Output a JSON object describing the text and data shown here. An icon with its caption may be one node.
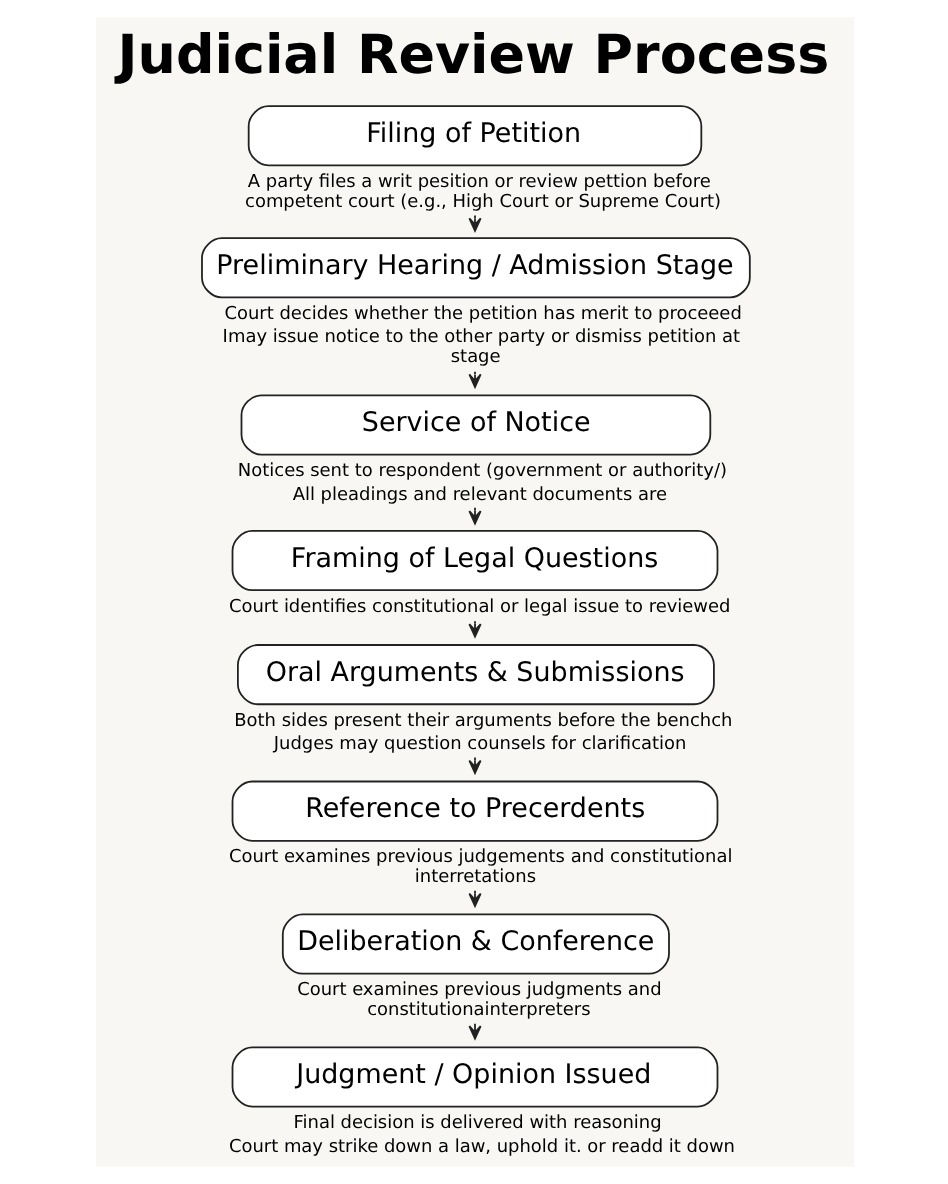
{
  "diagram": {
    "title": "Judicial Review Process",
    "nodes": [
      {
        "text": [
          "Filing of Petition"
        ],
        "beside": [
          "A party files a writ pesition or review pettion before competent court (e.g., High Court or Supreme Court)"
        ]
      },
      {
        "text": [
          "Preliminary Hearing / Admission Stage"
        ],
        "beside": [
          "Court decides whether the petition has merit to proceeed",
          "Imay issue notice to the other party or dismiss petition at stage"
        ]
      },
      {
        "text": [
          "Service of Notice"
        ],
        "beside": [
          "Notices sent to respondent (government or authority/)",
          "All pleadings and relevant documents are"
        ]
      },
      {
        "text": [
          "Framing of Legal Questions"
        ],
        "beside": [
          "Court identifies constitutional or legal issue to reviewed"
        ]
      },
      {
        "text": [
          "Oral Arguments & Submissions"
        ],
        "beside": [
          "Both sides present their arguments before the benchch",
          "Judges may question counsels for clarification"
        ]
      },
      {
        "text": [
          "Reference to Precerdents"
        ],
        "beside": [
          "Court examines previous judgements and constitutional interretations"
        ]
      },
      {
        "text": [
          "Deliberation & Conference"
        ],
        "beside": [
          "Court examines previous judgments and constitutionainterpreters"
        ]
      },
      {
        "text": [
          "Judgment / Opinion Issued"
        ],
        "beside": [
          "Final decision is delivered with reasoning",
          "Court may strike down a law, uphold it. or readd it down"
        ]
      }
    ],
    "edges": [
      {
        "from": 0,
        "to": 1,
        "arrow": "to"
      },
      {
        "from": 1,
        "to": 2,
        "arrow": "to"
      },
      {
        "from": 2,
        "to": 3,
        "arrow": "to"
      },
      {
        "from": 3,
        "to": 4,
        "arrow": "to"
      },
      {
        "from": 4,
        "to": 5,
        "arrow": "to"
      },
      {
        "from": 5,
        "to": 6,
        "arrow": "to"
      },
      {
        "from": 6,
        "to": 7,
        "arrow": "to"
      }
    ]
  }
}
